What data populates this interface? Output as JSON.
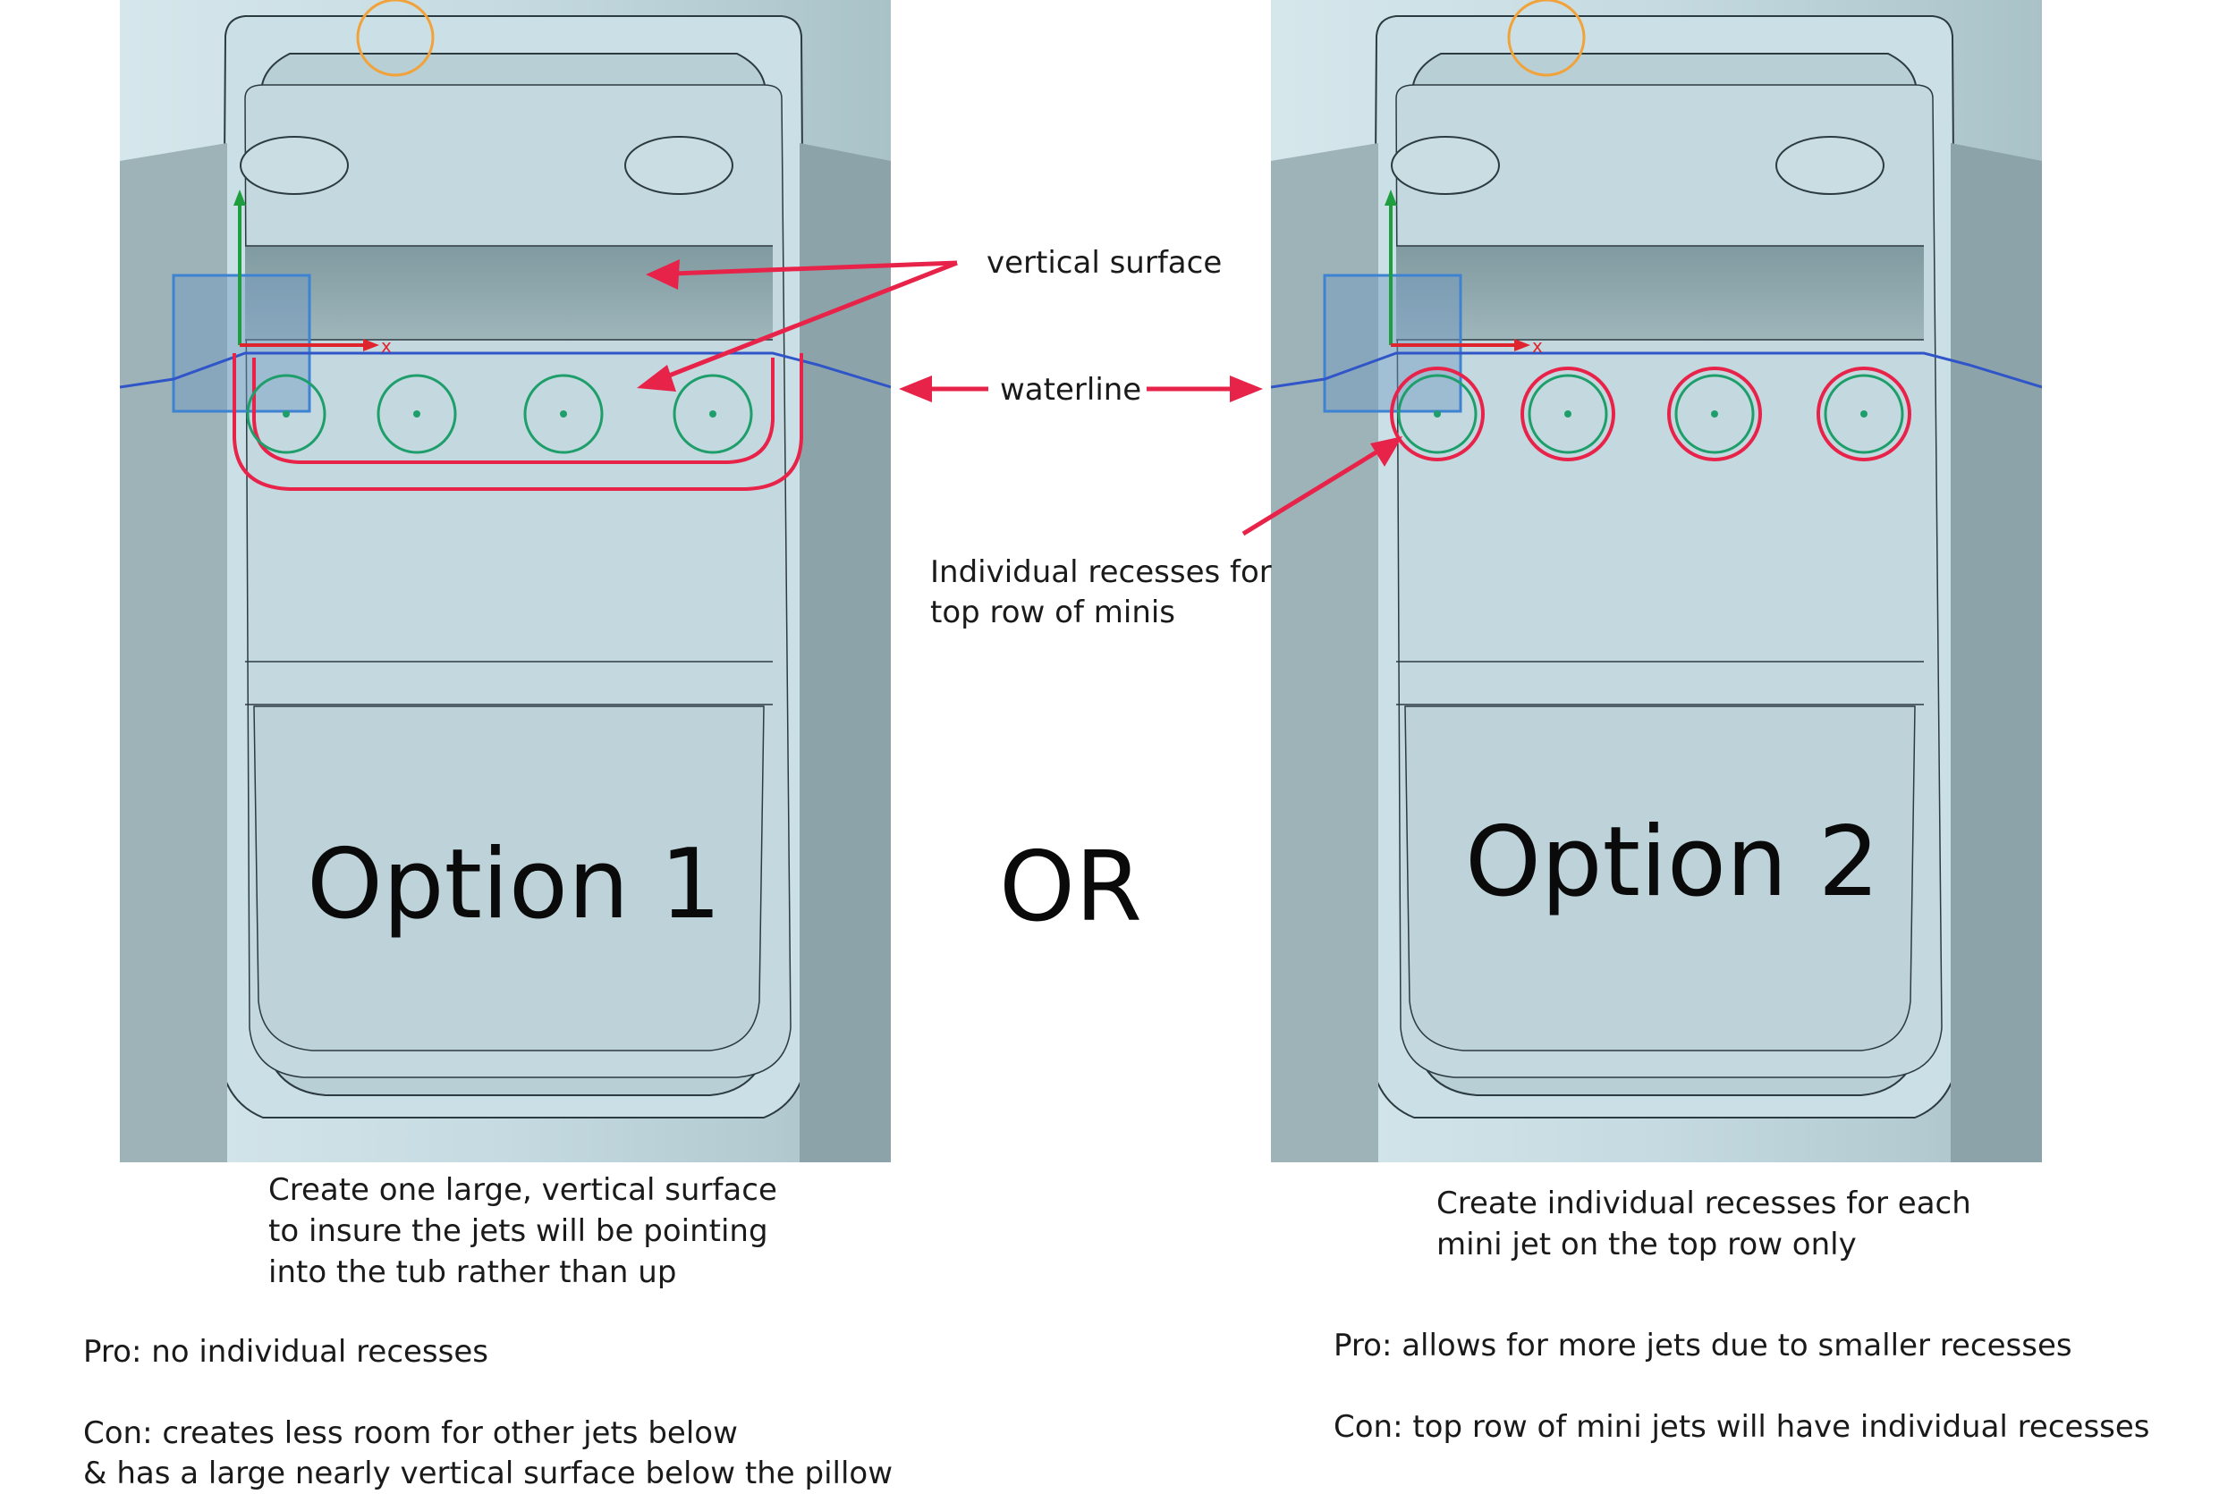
{
  "colors": {
    "tub_fill": "#c9dfe5",
    "tub_shadow": "#8fa7ad",
    "annotation_red": "#e8234a",
    "jet_green": "#1e9e6a",
    "waterline_blue": "#2f55c8",
    "marker_orange": "#f2a23a"
  },
  "annotations": {
    "vertical_surface": "vertical surface",
    "waterline": "waterline",
    "recess_line1": "Individual recesses for",
    "recess_line2": "top row of minis",
    "or": "OR"
  },
  "option1": {
    "title": "Option 1",
    "desc_lines": [
      "Create one large, vertical surface",
      "to insure the jets will be pointing",
      "into the tub rather than up"
    ],
    "pro": "Pro: no individual recesses",
    "con_lines": [
      "Con: creates less room for other jets below",
      "& has a large nearly vertical surface below the pillow"
    ]
  },
  "option2": {
    "title": "Option 2",
    "desc_lines": [
      "Create individual recesses for each",
      "mini jet on the top row only"
    ],
    "pro": "Pro: allows for more jets due to smaller recesses",
    "con": "Con: top row of mini jets will have individual recesses"
  },
  "axis_label": "x"
}
